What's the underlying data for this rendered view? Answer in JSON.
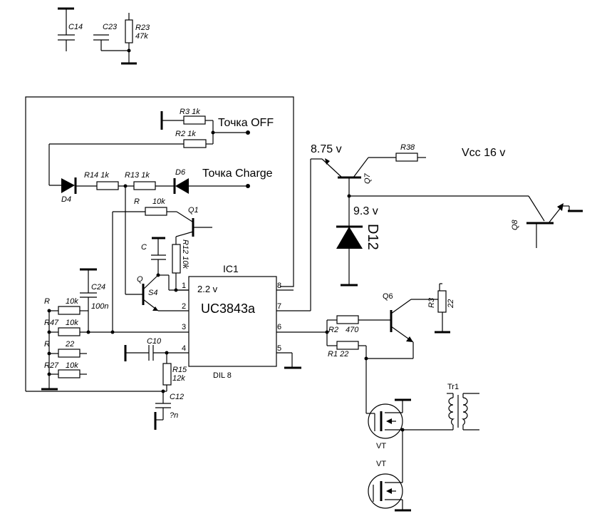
{
  "components": {
    "c14": "C14",
    "c23": "C23",
    "r23": "R23",
    "r23_val": "47k",
    "r3a": "R3 1k",
    "r2a": "R2 1k",
    "tochka_off": "Точка OFF",
    "tochka_charge": "Точка Charge",
    "r14": "R14 1k",
    "r13": "R13 1k",
    "d6": "D6",
    "d4": "D4",
    "r_top": "R",
    "r_top_val": "10k",
    "q1": "Q1",
    "c_small": "C",
    "r12": "R12 10k",
    "q": "Q",
    "s4": "S4",
    "c24": "C24",
    "c24_val": "100n",
    "r_a": "R",
    "r_a_val": "10k",
    "r47": "R47",
    "r47_val": "10k",
    "r_b": "R",
    "r_b_val": "22",
    "r27": "R27",
    "r27_val": "10k",
    "c10": "C10",
    "r15": "R15",
    "r15_val": "12k",
    "c12": "C12",
    "c12_val": "?n",
    "ic1": "IC1",
    "ic_name": "UC3843a",
    "ic_pkg": "DIL 8",
    "ic_v": "2.2 v",
    "v875": "8.75 v",
    "r38": "R38",
    "q7": "Q7",
    "v93": "9.3 v",
    "d12": "D12",
    "vcc": "Vcc 16 v",
    "q8": "Q8",
    "q6": "Q6",
    "r3b": "R3",
    "r3b_val": "22",
    "r2b": "R2",
    "r2b_val": "470",
    "r1b": "R1 22",
    "tr1": "Tr1",
    "vt1": "VT",
    "vt2": "VT"
  },
  "pins": {
    "p1": "1",
    "p2": "2",
    "p3": "3",
    "p4": "4",
    "p5": "5",
    "p6": "6",
    "p7": "7",
    "p8": "8"
  }
}
